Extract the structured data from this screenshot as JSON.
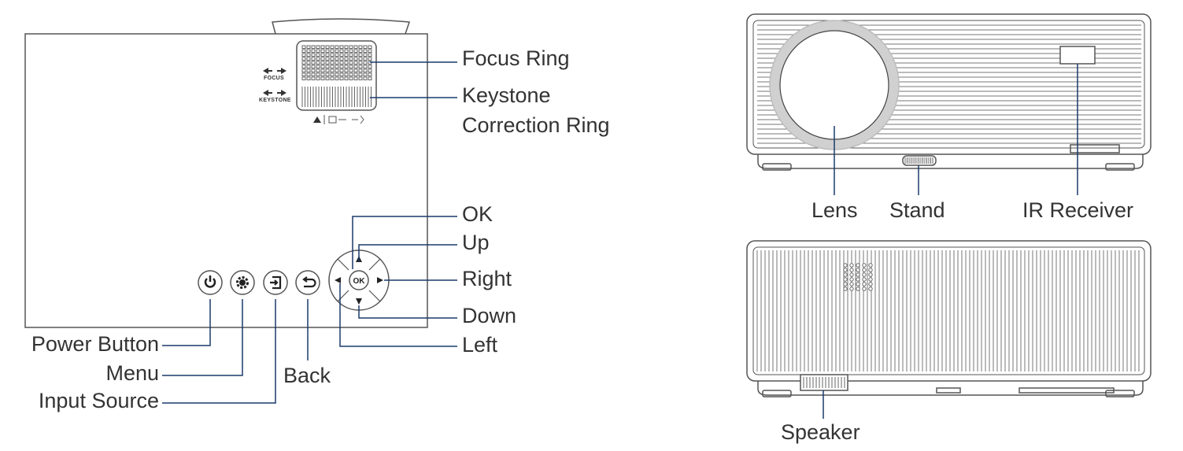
{
  "colors": {
    "line": "#555555",
    "leader": "#1a3a6c",
    "text": "#333333",
    "lens_ring": "#cfcfcf"
  },
  "top_view": {
    "focus_indicator": "FOCUS",
    "keystone_indicator": "KEYSTONE",
    "ok_key": "OK",
    "labels": {
      "focus_ring": "Focus Ring",
      "keystone_ring_line1": "Keystone",
      "keystone_ring_line2": "Correction Ring",
      "ok": "OK",
      "up": "Up",
      "right": "Right",
      "down": "Down",
      "left": "Left",
      "power_button": "Power Button",
      "menu": "Menu",
      "input_source": "Input Source",
      "back": "Back"
    },
    "icons": [
      "power-icon",
      "settings-icon",
      "input-source-icon",
      "back-icon"
    ]
  },
  "front_view": {
    "labels": {
      "lens": "Lens",
      "stand": "Stand",
      "ir_receiver": "IR Receiver"
    }
  },
  "rear_view": {
    "labels": {
      "speaker": "Speaker"
    }
  }
}
